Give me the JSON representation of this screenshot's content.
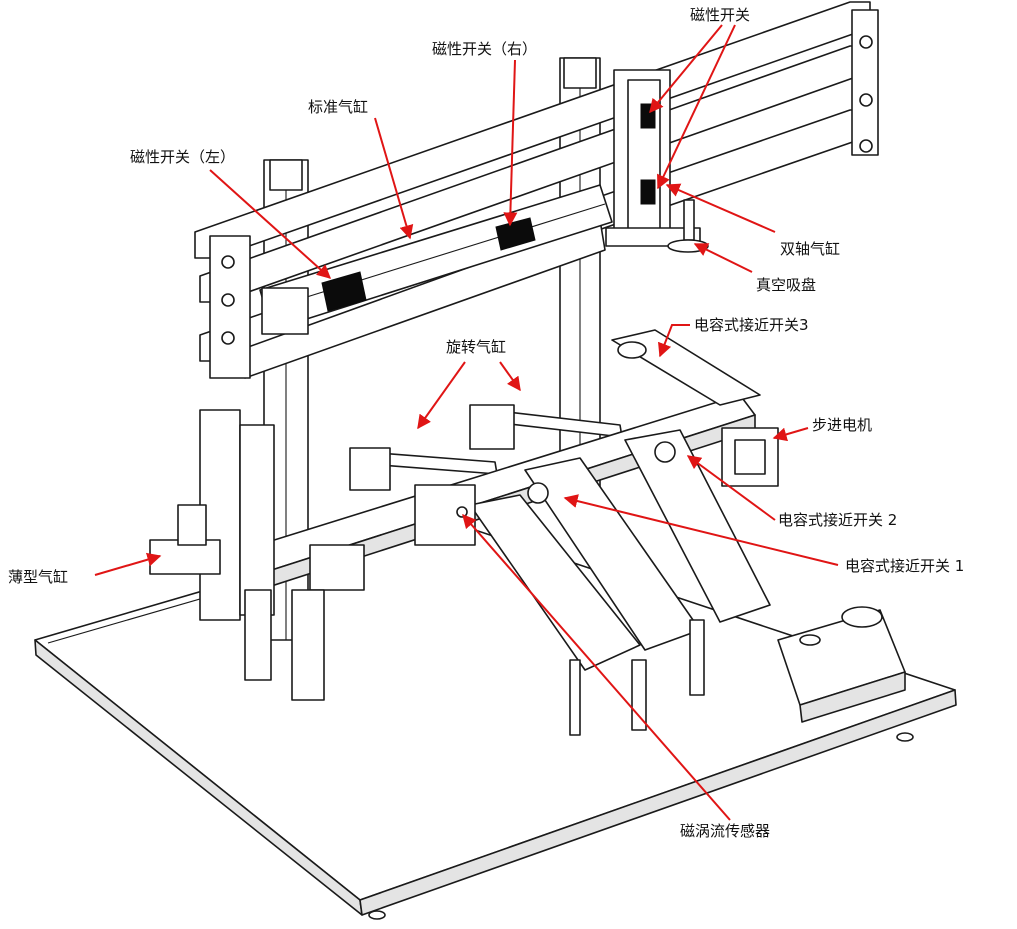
{
  "colors": {
    "leader": "#e01515",
    "line": "#1a1a1a",
    "background": "#ffffff"
  },
  "labels": {
    "magnetic_switch_left": "磁性开关（左）",
    "standard_cylinder": "标准气缸",
    "magnetic_switch_right": "磁性开关（右）",
    "magnetic_switch": "磁性开关",
    "dual_axis_cylinder": "双轴气缸",
    "vacuum_cup": "真空吸盘",
    "capacitive_switch_3": "电容式接近开关3",
    "rotary_cylinder": "旋转气缸",
    "stepper_motor": "步进电机",
    "capacitive_switch_2": "电容式接近开关 2",
    "capacitive_switch_1": "电容式接近开关 1",
    "thin_cylinder": "薄型气缸",
    "eddy_current_sensor": "磁涡流传感器"
  }
}
